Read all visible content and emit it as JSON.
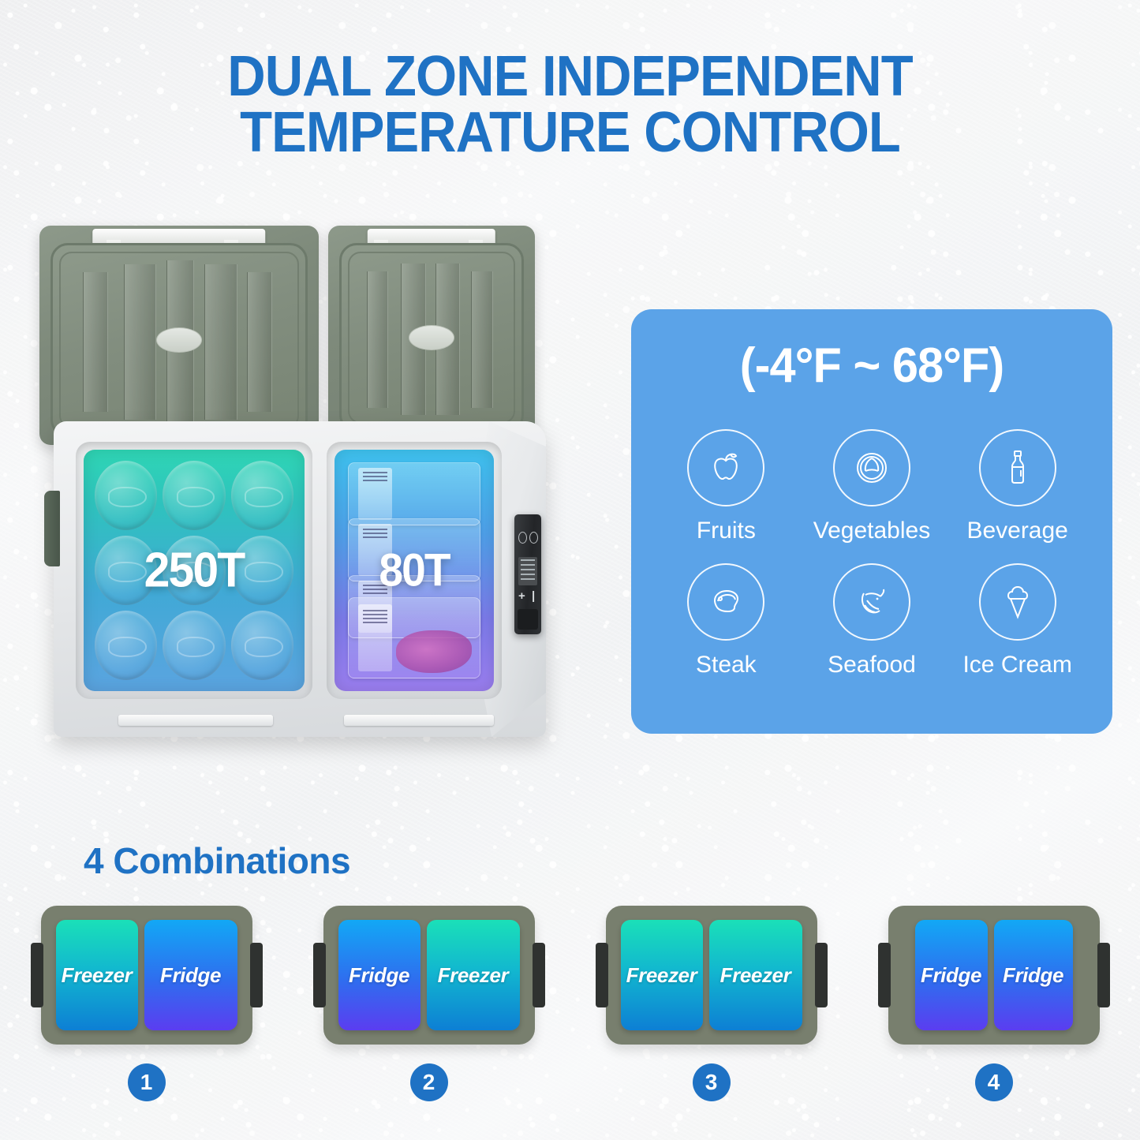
{
  "headline": {
    "line1": "DUAL ZONE INDEPENDENT",
    "line2": "TEMPERATURE CONTROL",
    "color": "#1f72c4"
  },
  "product": {
    "left_zone": {
      "capacity_label": "250T",
      "contents": "beverage-cans"
    },
    "right_zone": {
      "capacity_label": "80T",
      "contents": "meat-packages"
    },
    "control_panel": {
      "plus": "+",
      "minus": "|"
    }
  },
  "temperature_panel": {
    "range_label": "(-4°F ~ 68°F)",
    "background_color": "#5ba3e8",
    "foods": [
      {
        "icon": "apple-icon",
        "label": "Fruits"
      },
      {
        "icon": "cabbage-icon",
        "label": "Vegetables"
      },
      {
        "icon": "bottle-icon",
        "label": "Beverage"
      },
      {
        "icon": "steak-icon",
        "label": "Steak"
      },
      {
        "icon": "shrimp-icon",
        "label": "Seafood"
      },
      {
        "icon": "ice-cream-icon",
        "label": "Ice Cream"
      }
    ]
  },
  "combinations": {
    "title": "4 Combinations",
    "badge_color": "#1f72c4",
    "items": [
      {
        "number": "1",
        "left": "Freezer",
        "right": "Fridge",
        "left_mode": "freezer",
        "right_mode": "fridge",
        "left_width": 104,
        "right_width": 118
      },
      {
        "number": "2",
        "left": "Fridge",
        "right": "Freezer",
        "left_mode": "fridge",
        "right_mode": "freezer",
        "left_width": 104,
        "right_width": 118
      },
      {
        "number": "3",
        "left": "Freezer",
        "right": "Freezer",
        "left_mode": "freezer",
        "right_mode": "freezer",
        "left_width": 104,
        "right_width": 118
      },
      {
        "number": "4",
        "left": "Fridge",
        "right": "Fridge",
        "left_mode": "fridge",
        "right_mode": "fridge",
        "left_width": 92,
        "right_width": 100
      }
    ]
  }
}
